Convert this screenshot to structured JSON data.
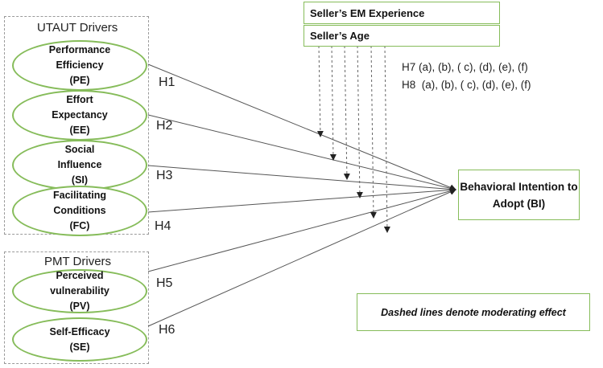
{
  "groups": {
    "utaut": {
      "title": "UTAUT Drivers"
    },
    "pmt": {
      "title": "PMT Drivers"
    }
  },
  "constructs": [
    {
      "id": "pe",
      "label": "Performance\nEfficiency\n(PE)"
    },
    {
      "id": "ee",
      "label": "Effort\nExpectancy\n(EE)"
    },
    {
      "id": "si",
      "label": "Social\nInfluence\n(SI)"
    },
    {
      "id": "fc",
      "label": "Facilitating\nConditions\n(FC)"
    },
    {
      "id": "pv",
      "label": "Perceived\nvulnerability\n(PV)"
    },
    {
      "id": "se",
      "label": "Self-Efficacy\n(SE)"
    }
  ],
  "hypotheses": [
    "H1",
    "H2",
    "H3",
    "H4",
    "H5",
    "H6"
  ],
  "moderators": {
    "experience": "Seller’s EM Experience",
    "age": "Seller’s Age"
  },
  "moderation_hypotheses": {
    "h7": "H7 (a), (b), ( c), (d), (e), (f)",
    "h8": "H8  (a), (b), ( c), (d), (e), (f)"
  },
  "outcome": {
    "label": "Behavioral Intention to\nAdopt (BI)"
  },
  "note": "Dashed lines denote moderating effect",
  "colors": {
    "green": "#86bc5a",
    "arrow": "#555555",
    "dashed_border": "#9a9a9a"
  }
}
